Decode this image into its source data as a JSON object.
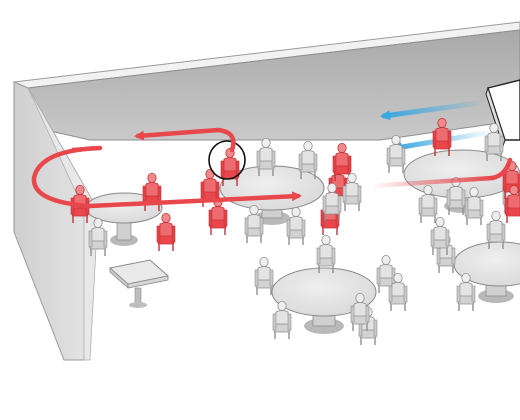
{
  "scene": {
    "kind": "restaurant-floor-airflow-illustration",
    "room": {
      "floor_color": "#ffffff",
      "back_wall_color": "#bdbdbd",
      "left_wall_color": "#d9d9d9",
      "wall_edge_color": "#9a9a9a"
    },
    "legend_colors": {
      "infected_or_exposed": "#e8474c",
      "unexposed": "#d9d9d9",
      "warm_airflow": "#e8474c",
      "cool_airflow": "#39a7e0"
    },
    "tables": [
      {
        "id": "table-a",
        "shape": "round",
        "seats_exposed": 5,
        "seats_unexposed": 1
      },
      {
        "id": "table-b",
        "shape": "round",
        "seats_exposed": 6,
        "seats_unexposed": 6
      },
      {
        "id": "table-c",
        "shape": "round",
        "seats_exposed": 2,
        "seats_unexposed": 8
      },
      {
        "id": "table-d",
        "shape": "round",
        "seats_exposed": 0,
        "seats_unexposed": 7
      },
      {
        "id": "table-e",
        "shape": "round",
        "seats_exposed": 1,
        "seats_unexposed": 5
      },
      {
        "id": "table-f",
        "shape": "square",
        "seats_exposed": 0,
        "seats_unexposed": 0
      }
    ],
    "highlight": {
      "target": "index-patient",
      "marker": "circle"
    },
    "airflow": [
      {
        "id": "recirculation-loop",
        "color": "#e8474c"
      },
      {
        "id": "ac-outflow-upper",
        "color": "#39a7e0"
      },
      {
        "id": "ac-outflow-lower",
        "color": "#39a7e0"
      }
    ],
    "fixtures": [
      {
        "id": "air-conditioner",
        "icon": "ac-unit-icon"
      }
    ]
  }
}
